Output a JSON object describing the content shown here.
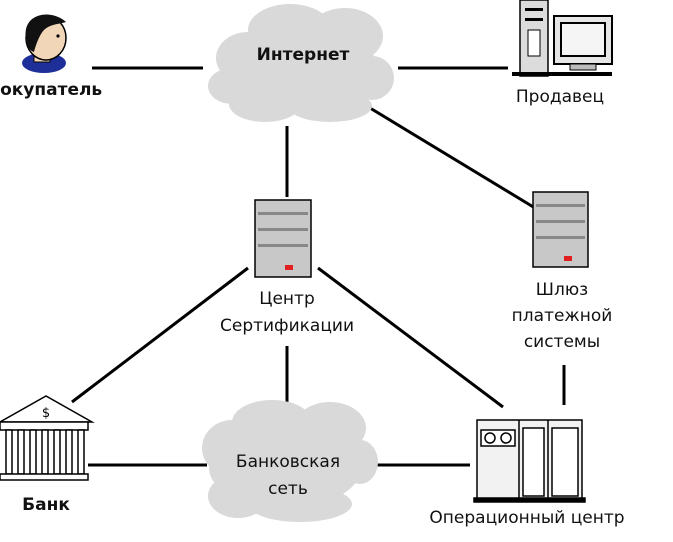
{
  "nodes": {
    "buyer": {
      "label": "Покупатель"
    },
    "internet": {
      "label": "Интернет"
    },
    "seller": {
      "label": "Продавец"
    },
    "cert_center": {
      "label_line1": "Центр",
      "label_line2": "Сертификации"
    },
    "gateway": {
      "label_line1": "Шлюз",
      "label_line2": "платежной",
      "label_line3": "системы"
    },
    "bank": {
      "label": "Банк",
      "symbol": "$"
    },
    "bank_network": {
      "label_line1": "Банковская",
      "label_line2": "сеть"
    },
    "operations_center": {
      "label": "Операционный центр"
    }
  },
  "colors": {
    "line": "#000000",
    "cloud": "#d9d9d9",
    "server": "#c8c8c8",
    "server_led": "#e02020",
    "buyer_shirt": "#1f2f9a"
  }
}
